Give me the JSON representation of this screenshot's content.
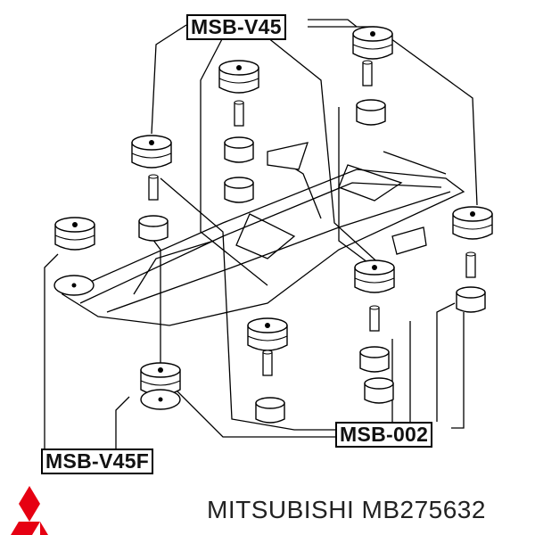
{
  "labels": {
    "top": "MSB-V45",
    "right": "MSB-002",
    "left": "MSB-V45F"
  },
  "caption": "MITSUBISHI MB275632",
  "logo": {
    "name": "mitsubishi-logo",
    "color": "#e60012"
  }
}
